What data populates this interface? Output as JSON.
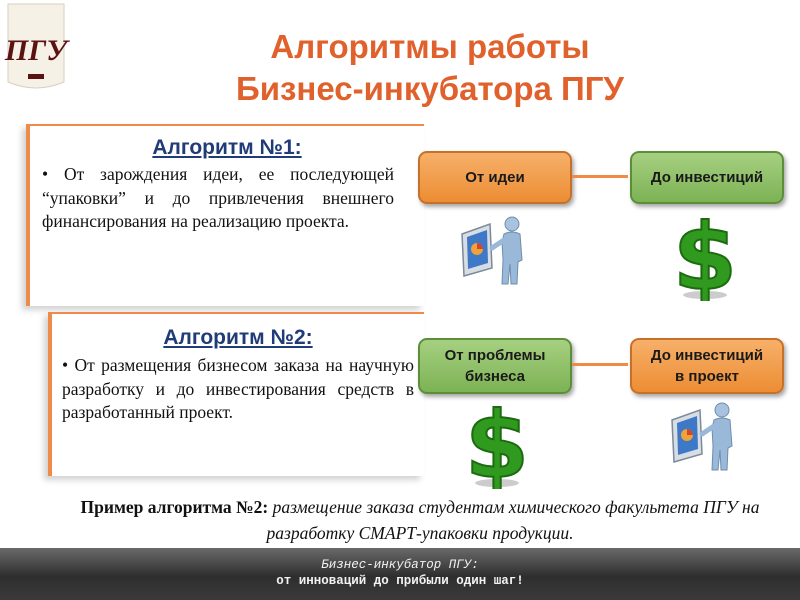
{
  "logo": {
    "monogram": "ПГУ"
  },
  "title": {
    "line1": "Алгоритмы работы",
    "line2": "Бизнес-инкубатора ПГУ"
  },
  "algorithm1": {
    "heading": "Алгоритм №1:",
    "text": "•  От зарождения идеи, ее последующей “упаковки” и до привлечения внешнего финансирования на реализацию проекта."
  },
  "algorithm2": {
    "heading": "Алгоритм №2:",
    "text": "• От размещения бизнесом заказа на научную разработку и до инвестирования средств в разработанный проект."
  },
  "flow1": {
    "from": "От идеи",
    "to": "До инвестиций"
  },
  "flow2": {
    "from_line1": "От проблемы",
    "from_line2": "бизнеса",
    "to_line1": "До инвестиций",
    "to_line2": "в проект"
  },
  "example": {
    "lead": "Пример алгоритма №2:",
    "rest": " размещение заказа студентам химического факультета ПГУ на разработку СМАРТ-упаковки продукции."
  },
  "footer": {
    "line1": "Бизнес-инкубатор ПГУ:",
    "line2": "от инноваций до прибыли один шаг!"
  },
  "colors": {
    "title": "#e0612c",
    "heading": "#1f3b78",
    "orange_box": "#ec8d33",
    "green_box": "#7db255",
    "dollar": "#2f9a1e"
  },
  "icons": [
    "university-logo",
    "presenter-icon",
    "dollar-icon"
  ]
}
